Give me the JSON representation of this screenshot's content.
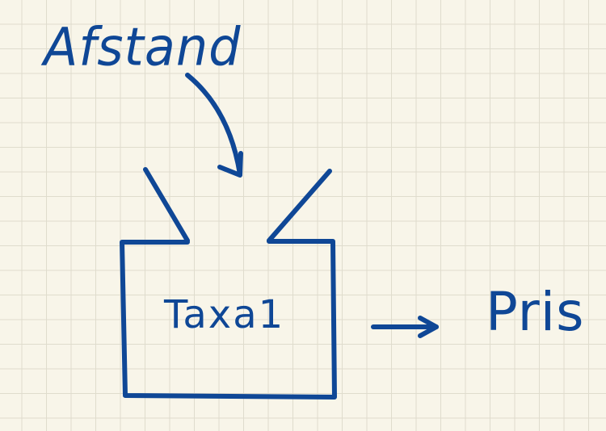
{
  "diagram": {
    "input": {
      "label": "Afstand"
    },
    "process": {
      "label": "Taxa1"
    },
    "output": {
      "label": "Pris"
    }
  },
  "colors": {
    "ink": "#0f4796",
    "paper": "#f8f5e9",
    "grid": "#dfdccd"
  }
}
